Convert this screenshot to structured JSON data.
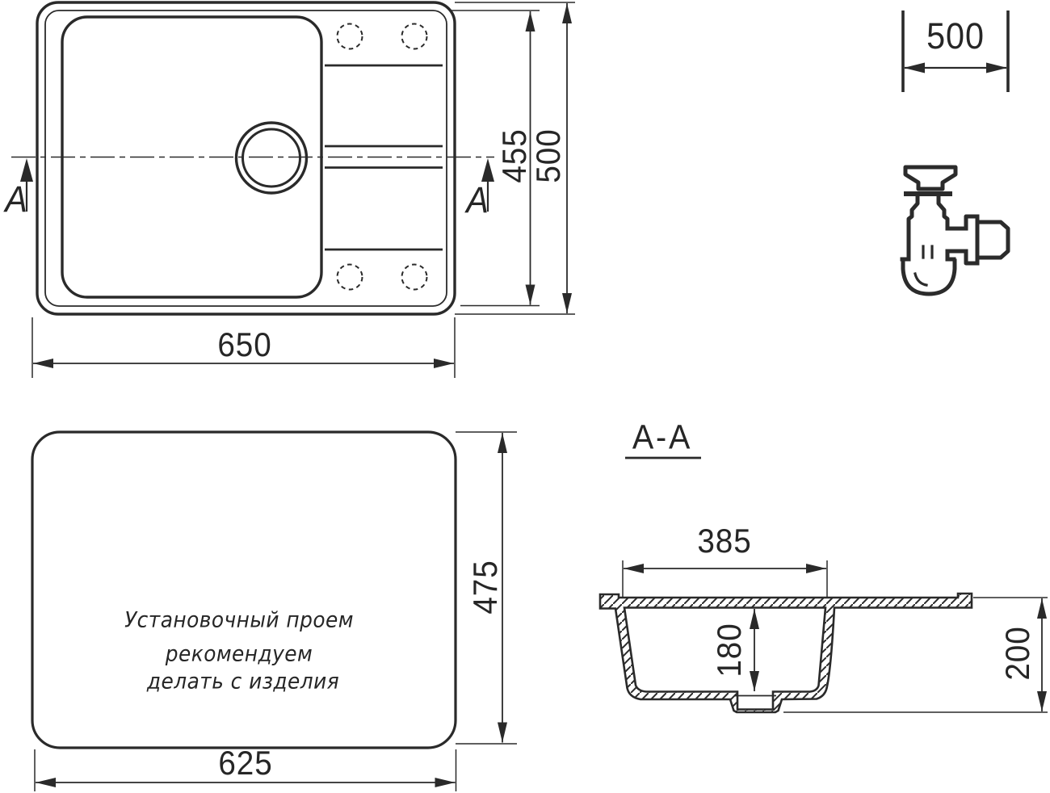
{
  "drawing": {
    "colors": {
      "line": "#2a2a2a",
      "background": "#ffffff"
    },
    "top_view": {
      "width_label": "650",
      "inner_height_label": "455",
      "outer_height_label": "500",
      "section_letter": "A"
    },
    "depth_dimension": {
      "label": "500"
    },
    "icons": {
      "siphon": "siphon-icon"
    },
    "cutout_view": {
      "note": [
        "Установочный проем",
        "рекомендуем",
        "делать с изделия"
      ],
      "width_label": "625",
      "height_label": "475"
    },
    "section_view": {
      "title": "A-A",
      "bowl_width_label": "385",
      "bowl_depth_label": "180",
      "total_height_label": "200"
    }
  }
}
